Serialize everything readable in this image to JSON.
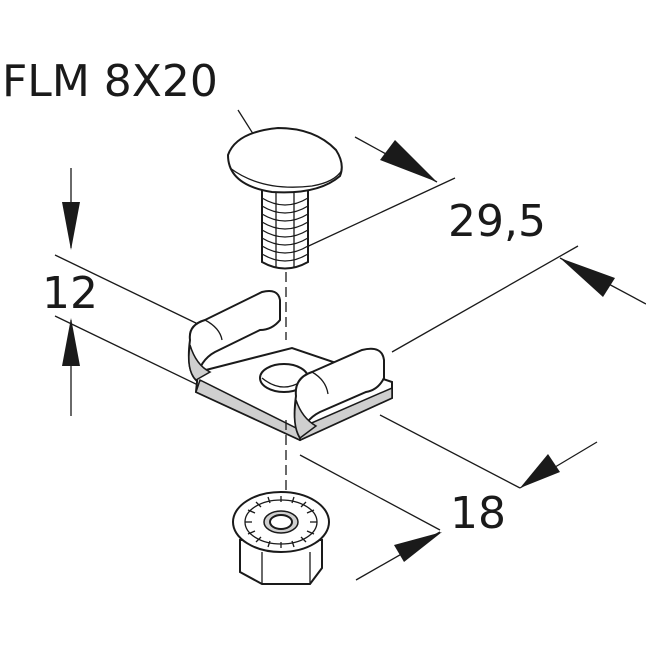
{
  "labels": {
    "part_code": "FLM 8X20",
    "dim_height": "12",
    "dim_length": "29,5",
    "dim_width": "18"
  },
  "colors": {
    "line": "#1a1a1a",
    "background": "#ffffff",
    "shade": "#cfcfcf"
  }
}
